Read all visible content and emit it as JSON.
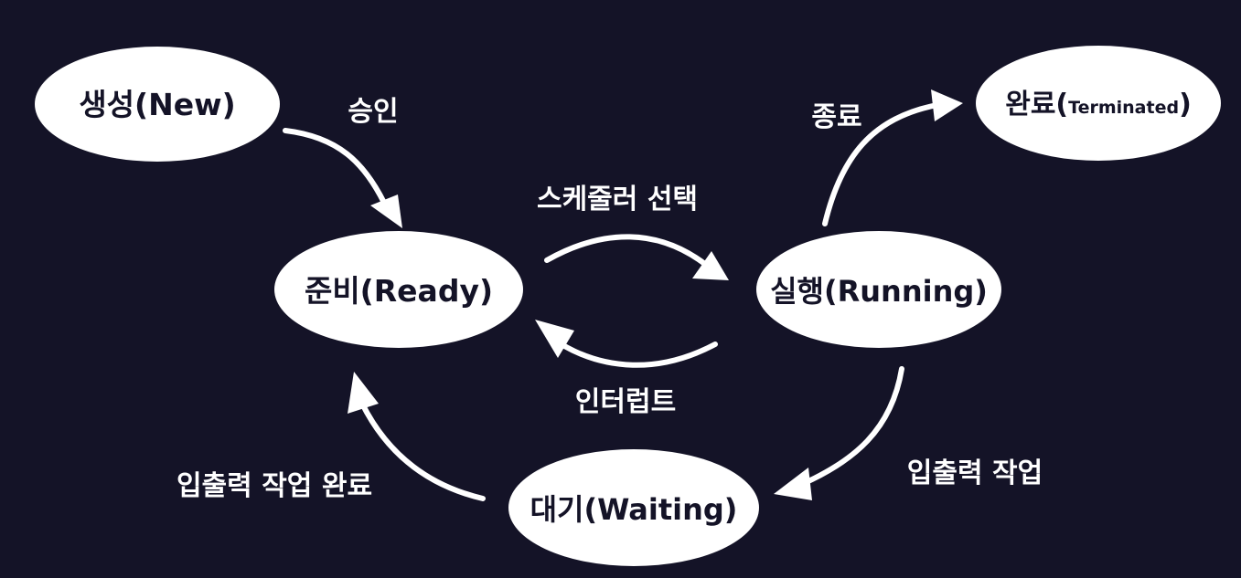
{
  "colors": {
    "background": "#141327",
    "node_fill": "#ffffff",
    "node_text": "#141327",
    "edge": "#ffffff"
  },
  "states": {
    "new": "생성(New)",
    "ready": "준비(Ready)",
    "running": "실행(Running)",
    "waiting": "대기(Waiting)",
    "terminated_main": "완료(",
    "terminated_sub": "Terminated",
    "terminated_close": ")"
  },
  "transitions": {
    "admit": "승인",
    "dispatch": "스케줄러 선택",
    "interrupt": "인터럽트",
    "exit": "종료",
    "io_wait": "입출력 작업",
    "io_complete": "입출력 작업 완료"
  }
}
